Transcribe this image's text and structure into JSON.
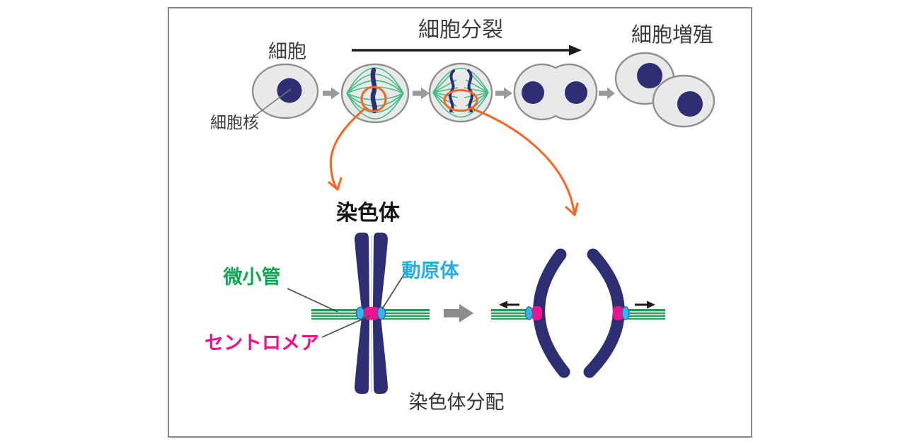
{
  "labels": {
    "cell": "細胞",
    "cell_nucleus": "細胞核",
    "cell_division": "細胞分裂",
    "cell_proliferation": "細胞増殖",
    "chromosome": "染色体",
    "microtubule": "微小管",
    "kinetochore": "動原体",
    "centromere": "セントロメア",
    "chromosome_segregation": "染色体分配"
  },
  "colors": {
    "navy": "#2d2f72",
    "band-green": "#1ea24f",
    "spindle-green": "#45bd82",
    "magenta": "#ee1390",
    "cyan": "#38b3e8",
    "cyan-border": "#1f72b5",
    "orange": "#f4692a",
    "cell-fill": "#e9e9ec",
    "cell-border": "#8f8f92",
    "stage-arrow-gray": "#9b9b9e",
    "segregation-arrow-gray": "#8c8c8c",
    "black": "#1c1c1c",
    "frame-border": "#8b8589",
    "label-dark": "#3c3c3c",
    "label-green": "#0ca551",
    "label-cyan": "#29abe2",
    "label-magenta": "#ec1089",
    "leader-line": "#4d4d4d"
  }
}
